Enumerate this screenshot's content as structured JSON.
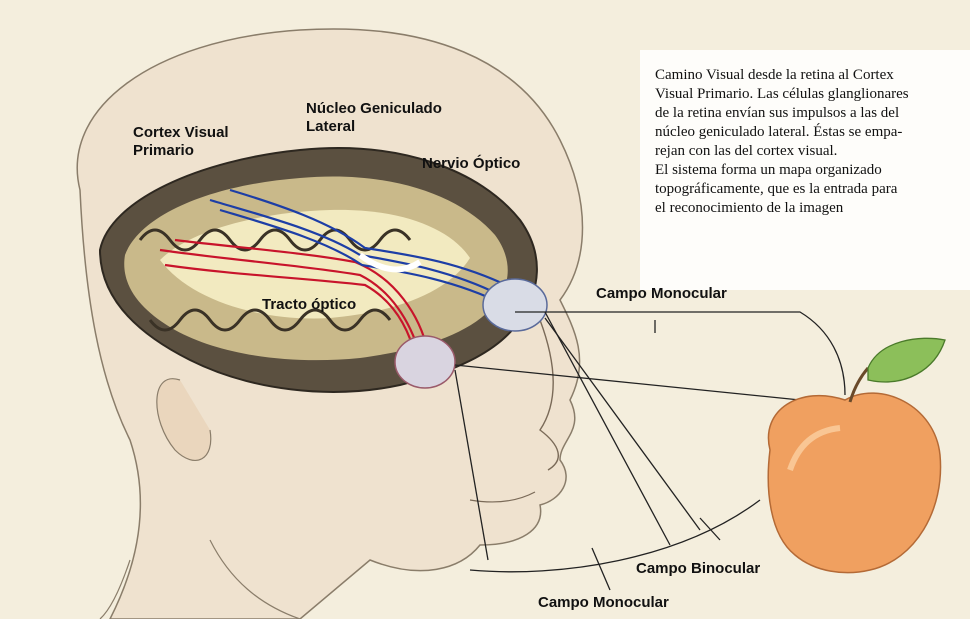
{
  "caption": "Camino Visual desde la retina al Cortex\nVisual Primario. Las células glanglionares\nde la retina envían sus impulsos a las del\nnúcleo geniculado lateral. Éstas se empa-\nrejan con las del cortex visual.\nEl sistema forma un mapa organizado\ntopográficamente, que es la entrada para\nel reconocimiento de la imagen",
  "labels": {
    "cortex_visual_primario": [
      "Cortex Visual",
      "Primario"
    ],
    "nucleo_geniculado_lateral": [
      "Núcleo Geniculado",
      "Lateral"
    ],
    "nervio_optico": "Nervio Óptico",
    "tracto_optico": "Tracto óptico",
    "campo_monocular_top": "Campo Monocular",
    "campo_binocular": "Campo Binocular",
    "campo_monocular_bottom": "Campo Monocular"
  },
  "colors": {
    "paper": "#f4eedd",
    "skin": "#efe2cf",
    "brain_surface": "#c9b98a",
    "brain_gray": "#5b5040",
    "white_matter": "#f2eac0",
    "fiber_red": "#c8142b",
    "fiber_blue": "#1d3ea6",
    "apple": "#f0a060",
    "leaf": "#8cbf5a"
  }
}
